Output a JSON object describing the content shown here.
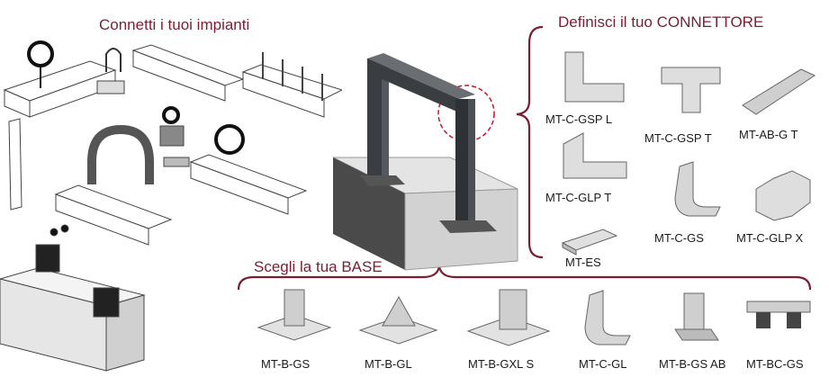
{
  "headings": {
    "connect": "Connetti i tuoi impianti",
    "connector": "Definisci il tuo CONNETTORE",
    "base": "Scegli la tua BASE"
  },
  "connectors": [
    {
      "code": "MT-C-GSP L"
    },
    {
      "code": "MT-C-GSP T"
    },
    {
      "code": "MT-AB-G T"
    },
    {
      "code": "MT-C-GLP T"
    },
    {
      "code": "MT-C-GS"
    },
    {
      "code": "MT-C-GLP X"
    },
    {
      "code": "MT-ES"
    }
  ],
  "bases": [
    {
      "code": "MT-B-GS"
    },
    {
      "code": "MT-B-GL"
    },
    {
      "code": "MT-B-GXL S"
    },
    {
      "code": "MT-C-GL"
    },
    {
      "code": "MT-B-GS AB"
    },
    {
      "code": "MT-BC-GS"
    }
  ],
  "colors": {
    "accent": "#7a1e32",
    "callout_dash": "#c0182a",
    "steel": "#3a3d42",
    "concrete": "#c9c9c9"
  }
}
